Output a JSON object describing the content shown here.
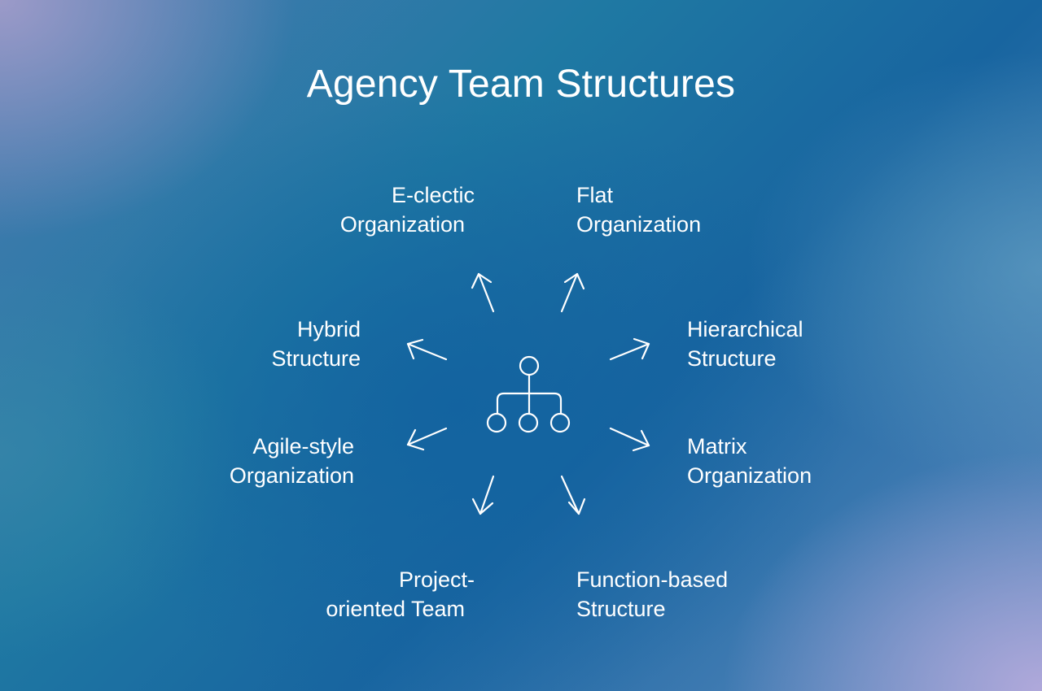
{
  "title": "Agency Team Structures",
  "center": {
    "icon": "org-chart-icon"
  },
  "nodes": [
    {
      "id": "eclectic",
      "line1": "E-clectic",
      "line2": "Organization"
    },
    {
      "id": "flat",
      "line1": "Flat",
      "line2": "Organization"
    },
    {
      "id": "hierarchical",
      "line1": "Hierarchical",
      "line2": "Structure"
    },
    {
      "id": "matrix",
      "line1": "Matrix",
      "line2": "Organization"
    },
    {
      "id": "function",
      "line1": "Function-based",
      "line2": "Structure"
    },
    {
      "id": "project",
      "line1": "Project-",
      "line2": "oriented Team"
    },
    {
      "id": "agile",
      "line1": "Agile-style",
      "line2": "Organization"
    },
    {
      "id": "hybrid",
      "line1": "Hybrid",
      "line2": "Structure"
    }
  ],
  "colors": {
    "text": "#ffffff",
    "lines": "#ffffff",
    "background_main": "#1865a0",
    "background_corner": "#b4aadc"
  }
}
